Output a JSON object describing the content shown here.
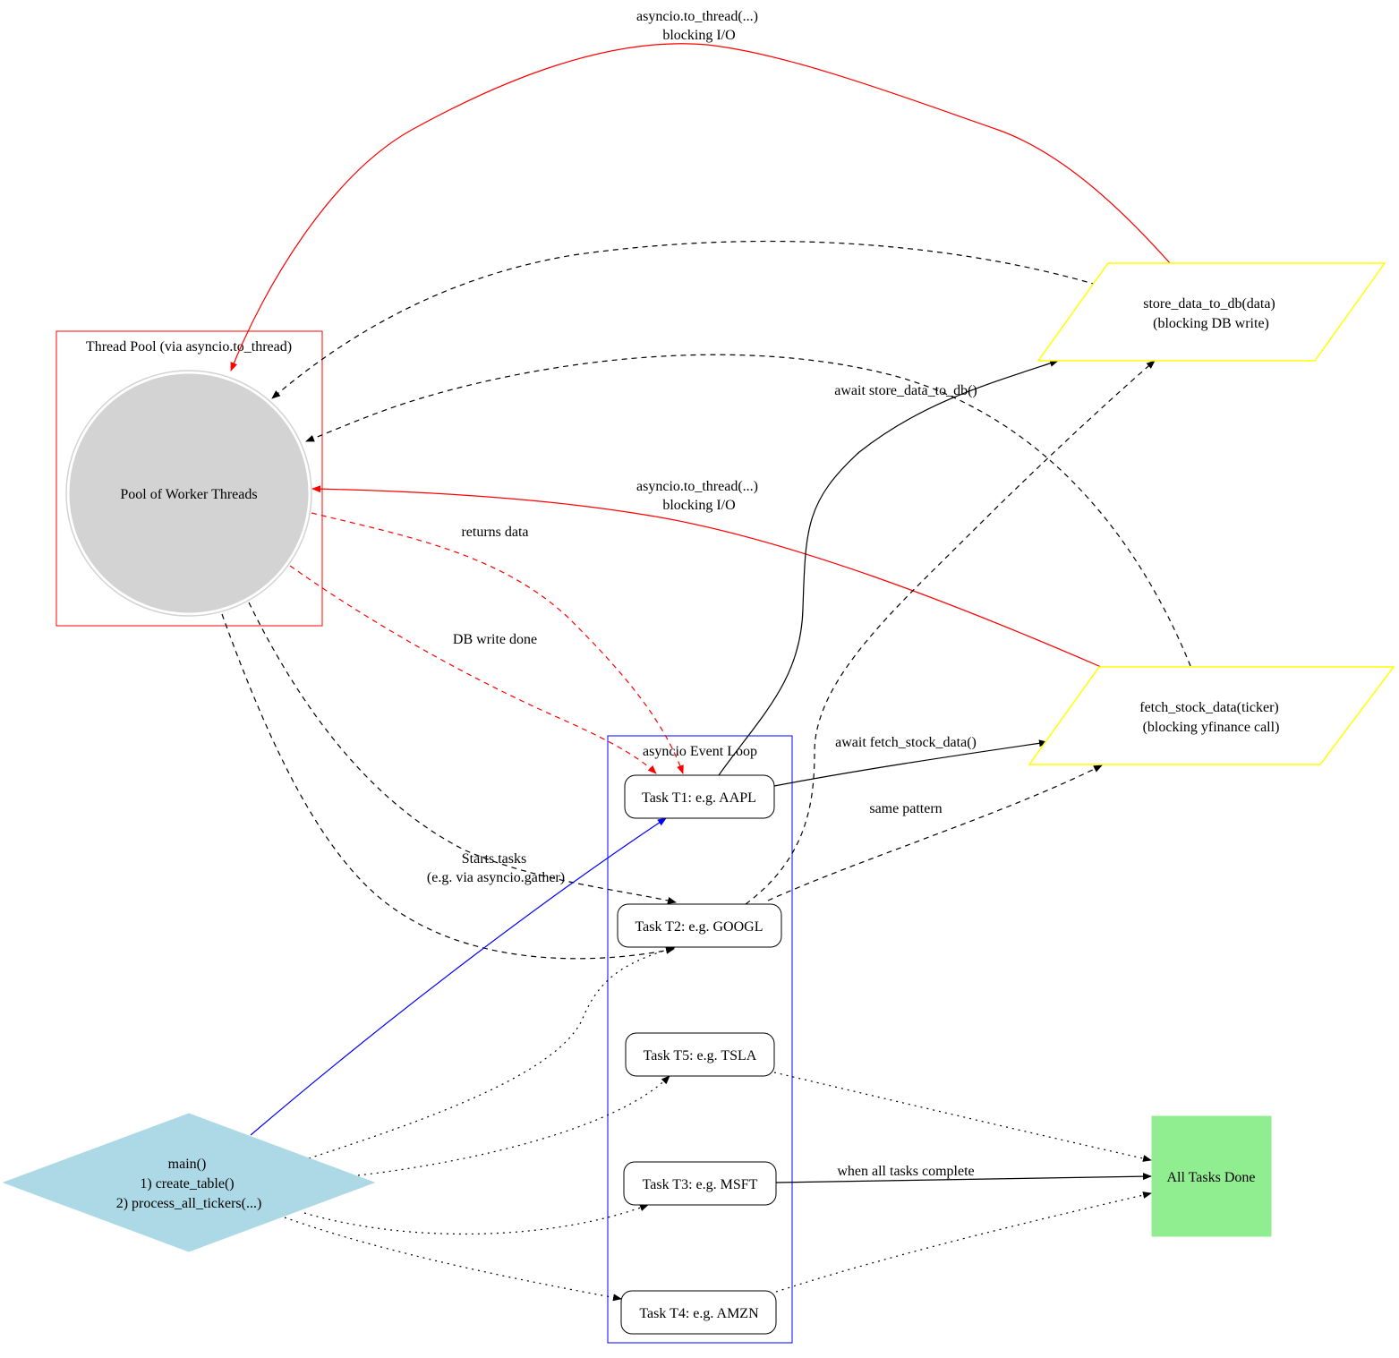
{
  "clusters": {
    "thread_pool": {
      "label": "Thread Pool (via asyncio.to_thread)",
      "color": "#ff0000"
    },
    "event_loop": {
      "label": "asyncio Event Loop",
      "color": "#0000ff"
    }
  },
  "nodes": {
    "worker_pool": {
      "label": "Pool of Worker Threads",
      "fill": "#d3d3d3"
    },
    "main": {
      "lines": [
        "main()",
        "1) create_table()",
        "2) process_all_tickers(...)"
      ],
      "fill": "#add8e6"
    },
    "t1": {
      "label": "Task T1: e.g. AAPL"
    },
    "t2": {
      "label": "Task T2: e.g. GOOGL"
    },
    "t5": {
      "label": "Task T5: e.g. TSLA"
    },
    "t3": {
      "label": "Task T3: e.g. MSFT"
    },
    "t4": {
      "label": "Task T4: e.g. AMZN"
    },
    "store": {
      "lines": [
        "store_data_to_db(data)",
        "(blocking DB write)"
      ],
      "color": "#ffff00"
    },
    "fetch": {
      "lines": [
        "fetch_stock_data(ticker)",
        "(blocking yfinance call)"
      ],
      "color": "#ffff00"
    },
    "done": {
      "label": "All Tasks Done",
      "fill": "#90ee90"
    }
  },
  "edges": {
    "store_to_pool": [
      "asyncio.to_thread(...)",
      "blocking I/O"
    ],
    "fetch_to_pool": [
      "asyncio.to_thread(...)",
      "blocking I/O"
    ],
    "await_store": "await store_data_to_db()",
    "await_fetch": "await fetch_stock_data()",
    "returns_data": "returns data",
    "db_write_done": "DB write done",
    "same_pattern": "same pattern",
    "starts_tasks": [
      "Starts tasks",
      "(e.g. via asyncio.gather)"
    ],
    "all_complete": "when all tasks complete"
  }
}
